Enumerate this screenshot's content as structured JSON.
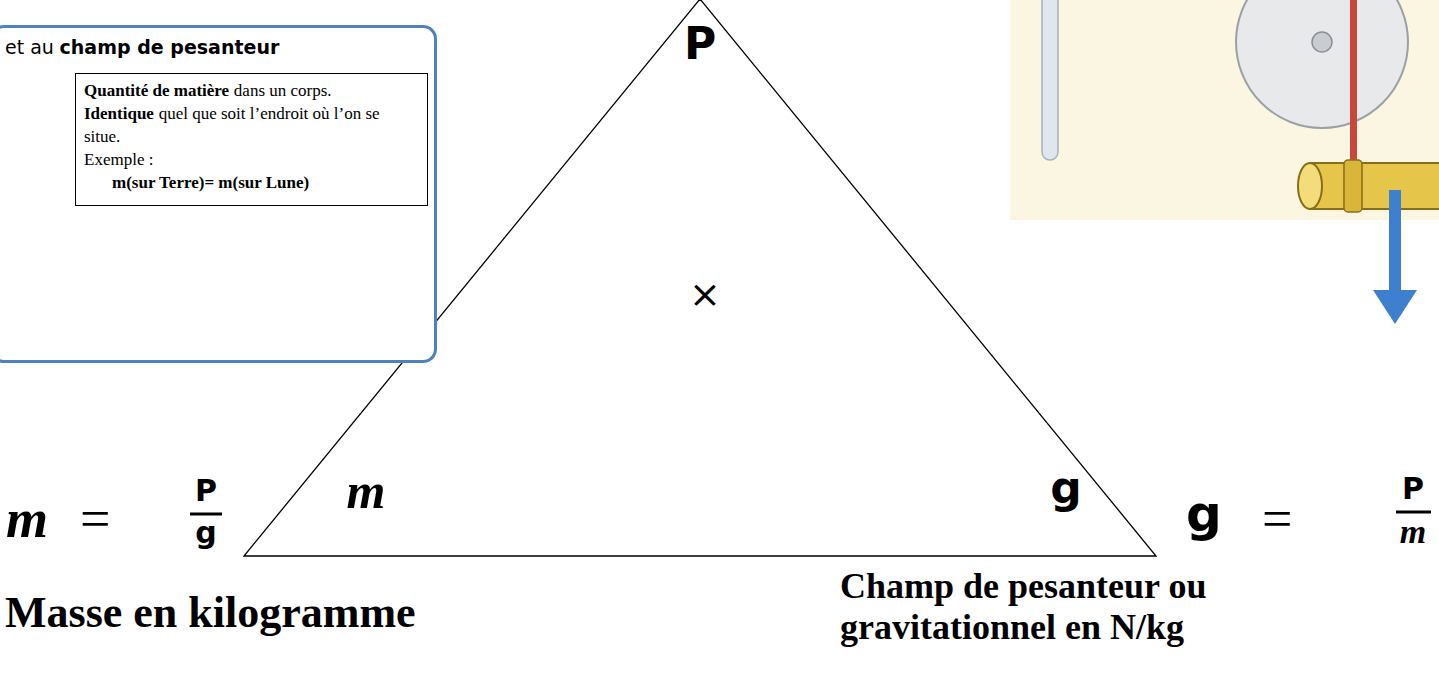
{
  "diagram": {
    "nodes": [
      {
        "text": [
          "et au",
          "champ de pesanteur"
        ]
      },
      {
        "text": [
          "Quantité de matière",
          "dans un corps.",
          "Identique",
          "quel que soit l’endroit où l’on se situe.",
          "Exemple :",
          "m(sur Terre)= m(sur Lune)"
        ],
        "in": 0
      },
      {
        "text": [
          "P",
          "×",
          "m",
          "g"
        ]
      }
    ],
    "labels": [
      "m",
      "=",
      "P",
      "g",
      "Masse en kilogramme",
      "g",
      "=",
      "P",
      "m",
      "Champ de pesanteur ou gravitationnel en N/kg"
    ]
  }
}
